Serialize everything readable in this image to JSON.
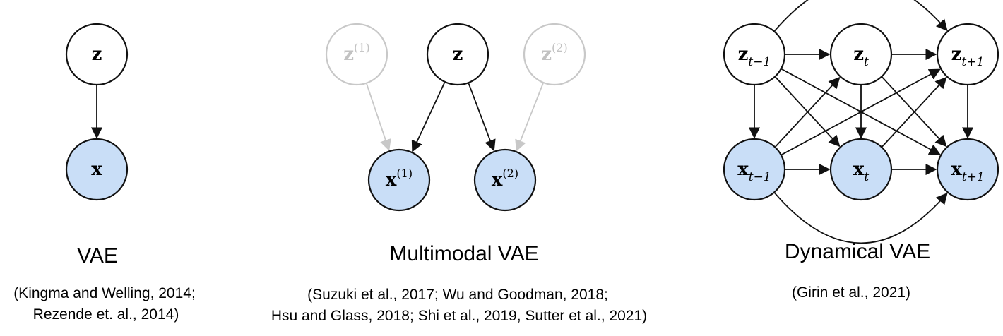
{
  "colors": {
    "node_fill": "#ffffff",
    "observed_fill": "#c9def7",
    "stroke": "#111111",
    "faded_stroke": "#c8c8c8",
    "faded_text": "#c2c2c2",
    "edge": "#111111",
    "faded_edge": "#c8c8c8"
  },
  "panels": [
    {
      "title": "VAE",
      "citation_lines": [
        "(Kingma and Welling, 2014;",
        "Rezende et. al., 2014)"
      ]
    },
    {
      "title": "Multimodal VAE",
      "citation_lines": [
        "(Suzuki et al., 2017; Wu and Goodman, 2018;",
        "Hsu and Glass, 2018; Shi et al., 2019, Sutter et al., 2021)"
      ]
    },
    {
      "title": "Dynamical VAE",
      "citation_lines": [
        "(Girin et al., 2021)"
      ]
    }
  ],
  "nodes": [
    {
      "id": "vae_z",
      "base": "z",
      "sub": "",
      "sup": "",
      "observed": false,
      "faded": false
    },
    {
      "id": "vae_x",
      "base": "x",
      "sub": "",
      "sup": "",
      "observed": true,
      "faded": false
    },
    {
      "id": "mm_z1",
      "base": "z",
      "sub": "",
      "sup": "(1)",
      "observed": false,
      "faded": true
    },
    {
      "id": "mm_z",
      "base": "z",
      "sub": "",
      "sup": "",
      "observed": false,
      "faded": false
    },
    {
      "id": "mm_z2",
      "base": "z",
      "sub": "",
      "sup": "(2)",
      "observed": false,
      "faded": true
    },
    {
      "id": "mm_x1",
      "base": "x",
      "sub": "",
      "sup": "(1)",
      "observed": true,
      "faded": false
    },
    {
      "id": "mm_x2",
      "base": "x",
      "sub": "",
      "sup": "(2)",
      "observed": true,
      "faded": false
    },
    {
      "id": "dv_z0",
      "base": "z",
      "sub": "t−1",
      "sup": "",
      "observed": false,
      "faded": false
    },
    {
      "id": "dv_z1",
      "base": "z",
      "sub": "t",
      "sup": "",
      "observed": false,
      "faded": false
    },
    {
      "id": "dv_z2",
      "base": "z",
      "sub": "t+1",
      "sup": "",
      "observed": false,
      "faded": false
    },
    {
      "id": "dv_x0",
      "base": "x",
      "sub": "t−1",
      "sup": "",
      "observed": true,
      "faded": false
    },
    {
      "id": "dv_x1",
      "base": "x",
      "sub": "t",
      "sup": "",
      "observed": true,
      "faded": false
    },
    {
      "id": "dv_x2",
      "base": "x",
      "sub": "t+1",
      "sup": "",
      "observed": true,
      "faded": false
    }
  ],
  "edges": [
    {
      "from": "vae_z",
      "to": "vae_x"
    },
    {
      "from": "mm_z1",
      "to": "mm_x1",
      "faded": true
    },
    {
      "from": "mm_z2",
      "to": "mm_x2",
      "faded": true
    },
    {
      "from": "mm_z",
      "to": "mm_x1"
    },
    {
      "from": "mm_z",
      "to": "mm_x2"
    },
    {
      "from": "dv_z0",
      "to": "dv_z1"
    },
    {
      "from": "dv_z1",
      "to": "dv_z2"
    },
    {
      "from": "dv_z0",
      "to": "dv_z2",
      "curve": "top"
    },
    {
      "from": "dv_x0",
      "to": "dv_x1"
    },
    {
      "from": "dv_x1",
      "to": "dv_x2"
    },
    {
      "from": "dv_x0",
      "to": "dv_x2",
      "curve": "bottom"
    },
    {
      "from": "dv_z0",
      "to": "dv_x0"
    },
    {
      "from": "dv_z1",
      "to": "dv_x1"
    },
    {
      "from": "dv_z2",
      "to": "dv_x2"
    },
    {
      "from": "dv_z0",
      "to": "dv_x1"
    },
    {
      "from": "dv_z0",
      "to": "dv_x2"
    },
    {
      "from": "dv_z1",
      "to": "dv_x2"
    },
    {
      "from": "dv_x0",
      "to": "dv_z1"
    },
    {
      "from": "dv_x0",
      "to": "dv_z2"
    },
    {
      "from": "dv_x1",
      "to": "dv_z2"
    }
  ]
}
